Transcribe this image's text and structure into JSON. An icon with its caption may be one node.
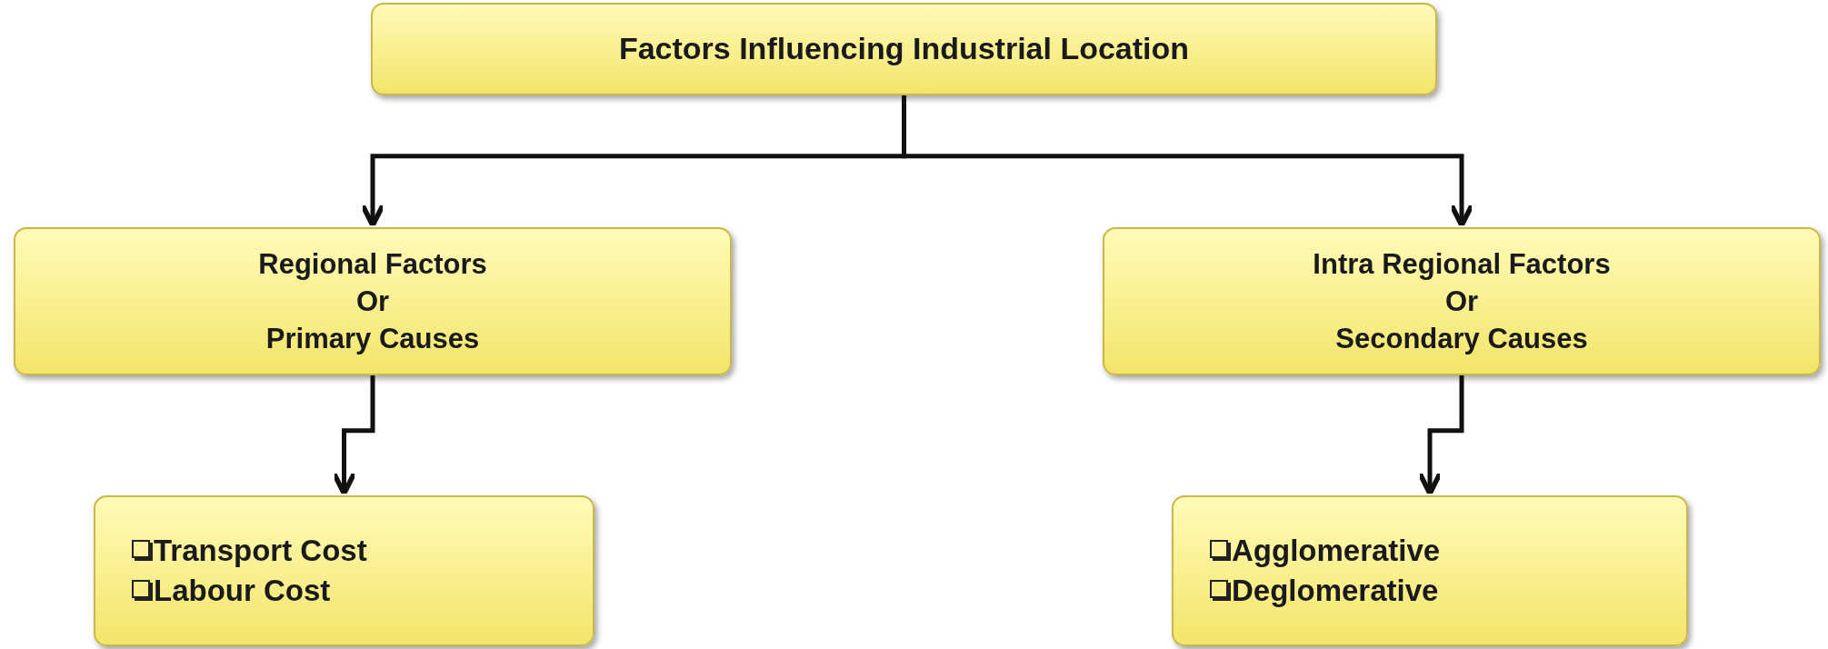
{
  "diagram": {
    "nodes": [
      {
        "text": [
          "Factors Influencing Industrial Location"
        ]
      },
      {
        "text": [
          "Regional Factors",
          "Or",
          "Primary Causes"
        ]
      },
      {
        "text": [
          "Intra Regional Factors",
          "Or",
          "Secondary Causes"
        ]
      },
      {
        "text": [
          "Transport Cost",
          "Labour Cost"
        ]
      },
      {
        "text": [
          "Agglomerative",
          "Deglomerative"
        ]
      }
    ],
    "edges": [
      {
        "from": 0,
        "to": 1,
        "arrow": "to"
      },
      {
        "from": 0,
        "to": 2,
        "arrow": "to"
      },
      {
        "from": 1,
        "to": 3,
        "arrow": "to"
      },
      {
        "from": 2,
        "to": 4,
        "arrow": "to"
      }
    ]
  }
}
